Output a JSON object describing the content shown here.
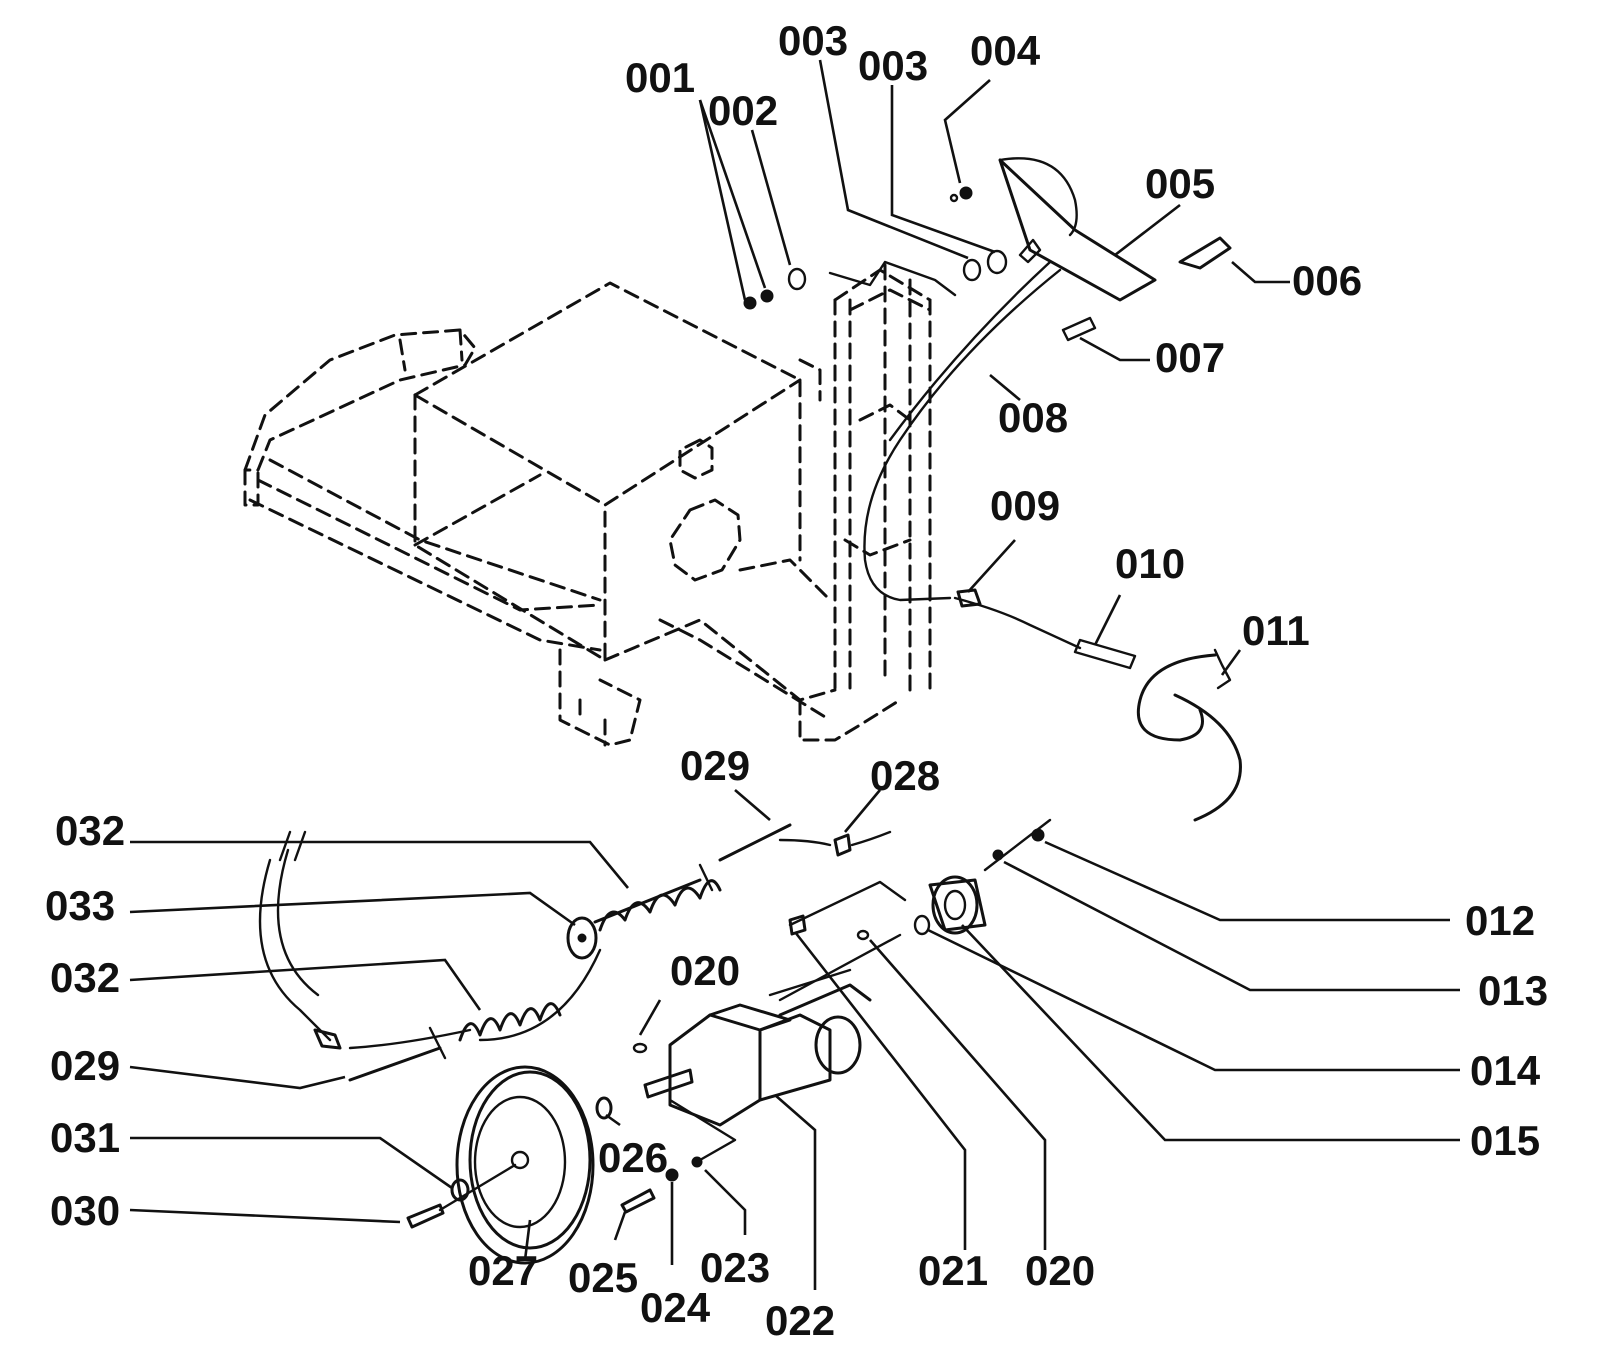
{
  "diagram": {
    "callouts": [
      {
        "id": "c001",
        "text": "001"
      },
      {
        "id": "c002",
        "text": "002"
      },
      {
        "id": "c003a",
        "text": "003"
      },
      {
        "id": "c003b",
        "text": "003"
      },
      {
        "id": "c004",
        "text": "004"
      },
      {
        "id": "c005",
        "text": "005"
      },
      {
        "id": "c006",
        "text": "006"
      },
      {
        "id": "c007",
        "text": "007"
      },
      {
        "id": "c008",
        "text": "008"
      },
      {
        "id": "c009",
        "text": "009"
      },
      {
        "id": "c010",
        "text": "010"
      },
      {
        "id": "c011",
        "text": "011"
      },
      {
        "id": "c012",
        "text": "012"
      },
      {
        "id": "c013",
        "text": "013"
      },
      {
        "id": "c014",
        "text": "014"
      },
      {
        "id": "c015",
        "text": "015"
      },
      {
        "id": "c020a",
        "text": "020"
      },
      {
        "id": "c020b",
        "text": "020"
      },
      {
        "id": "c021",
        "text": "021"
      },
      {
        "id": "c022",
        "text": "022"
      },
      {
        "id": "c023",
        "text": "023"
      },
      {
        "id": "c024",
        "text": "024"
      },
      {
        "id": "c025",
        "text": "025"
      },
      {
        "id": "c026",
        "text": "026"
      },
      {
        "id": "c027",
        "text": "027"
      },
      {
        "id": "c028",
        "text": "028"
      },
      {
        "id": "c029a",
        "text": "029"
      },
      {
        "id": "c029b",
        "text": "029"
      },
      {
        "id": "c030",
        "text": "030"
      },
      {
        "id": "c031",
        "text": "031"
      },
      {
        "id": "c032a",
        "text": "032"
      },
      {
        "id": "c032b",
        "text": "032"
      },
      {
        "id": "c033",
        "text": "033"
      }
    ]
  }
}
